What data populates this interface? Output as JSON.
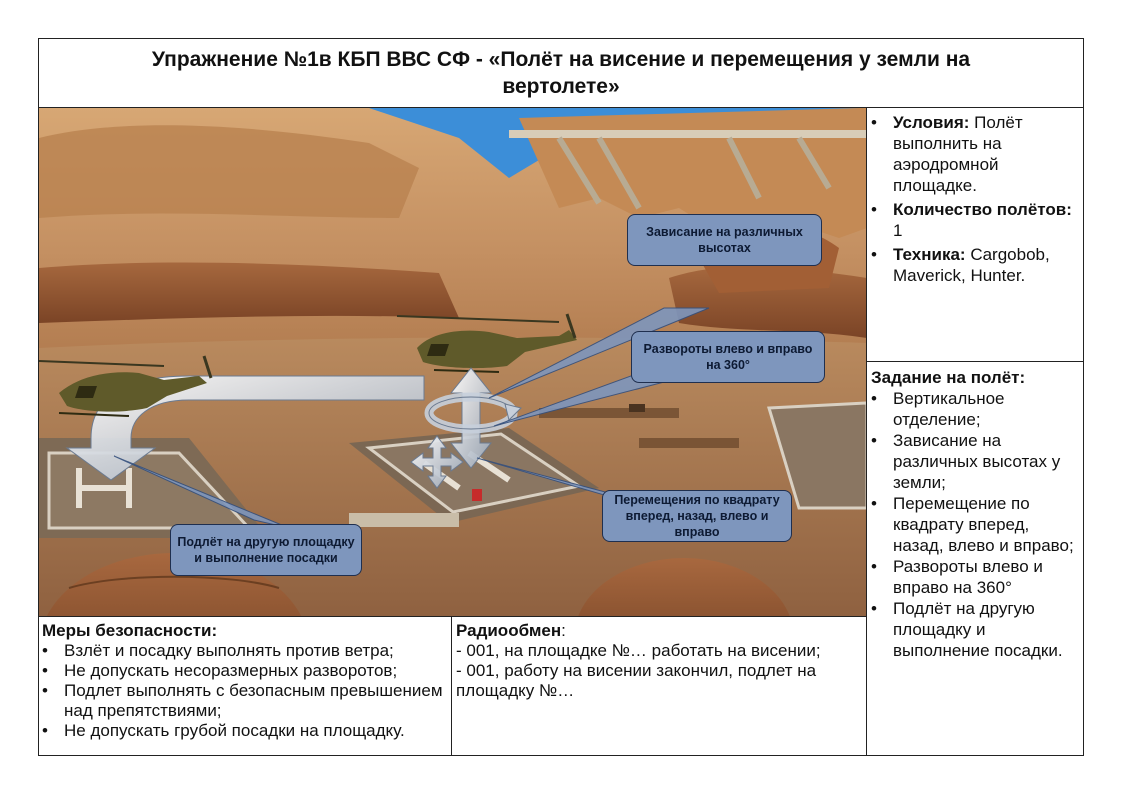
{
  "title": "Упражнение №1в КБП ВВС СФ - «Полёт на висение и перемещения у земли на вертолете»",
  "conditions": {
    "items": [
      {
        "label": "Условия:",
        "value": "Полёт выполнить на аэродромной площадке."
      },
      {
        "label": "Количество полётов:",
        "value": "1"
      },
      {
        "label": "Техника:",
        "value": "Cargobob, Maverick, Hunter."
      }
    ]
  },
  "task": {
    "heading": "Задание на полёт:",
    "items": [
      "Вертикальное отделение;",
      "Зависание на различных высотах у земли;",
      "Перемещение по квадрату вперед, назад, влево и вправо;",
      "Развороты влево и вправо на 360°",
      "Подлёт на другую площадку и выполнение посадки."
    ]
  },
  "safety": {
    "heading": "Меры безопасности:",
    "items": [
      "Взлёт и посадку выполнять против ветра;",
      "Не допускать несоразмерных разворотов;",
      "Подлет выполнять с безопасным превышением над препятствиями;",
      "Не допускать грубой посадки на площадку."
    ]
  },
  "radio": {
    "heading": "Радиообмен",
    "heading_suffix": ":",
    "lines": [
      "- 001, на площадке №… работать на висении;",
      "- 001, работу на висении закончил, подлет на площадку №…"
    ]
  },
  "callouts": {
    "hover": "Зависание на различных высотах",
    "turns": "Развороты влево и вправо на 360°",
    "square": "Перемещения по квадрату вперед, назад, влево и вправо",
    "transfer": "Подлёт на другую площадку и выполнение посадки"
  },
  "colors": {
    "callout_fill": "#7e96bd",
    "sky": "#3c8ed8",
    "sand": "#c99663",
    "helicopter": "#5f5a2a"
  },
  "icons": [
    "helicopter-icon",
    "up-down-arrow-icon",
    "cross-arrow-icon",
    "rotate-icon",
    "curved-arrow-icon"
  ]
}
